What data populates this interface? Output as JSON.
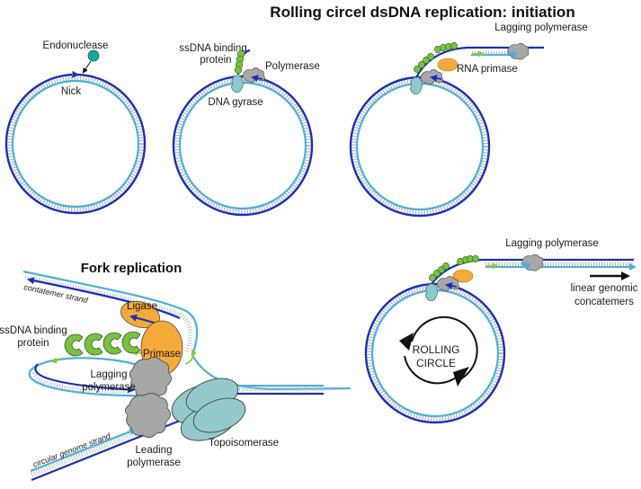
{
  "title": "Rolling circel dsDNA replication: initiation",
  "colors": {
    "outer_strand": "#1a2fb5",
    "inner_strand": "#4ab0dc",
    "rungs": "#b5b5b5",
    "ssb": "#7ac143",
    "polymerase": "#a7a7a7",
    "gyrase": "#8ec9cc",
    "primase": "#f5a93a",
    "endonuclease": "#1aa89a",
    "primer_arrow": "#8dc63f",
    "topoisomerase": "#94c9cc"
  },
  "panel1": {
    "endonuclease_label": "Endonuclease",
    "nick_label": "Nick"
  },
  "panel2": {
    "ssb_label_line1": "ssDNA binding",
    "ssb_label_line2": "protein",
    "polymerase_label": "Polymerase",
    "gyrase_label": "DNA gyrase"
  },
  "panel3": {
    "lagging_label": "Lagging polymerase",
    "primase_label": "RNA primase"
  },
  "fork": {
    "title": "Fork replication",
    "concatemer_strand": "contatemer strand",
    "ligase_label": "Ligase",
    "ssb_label_line1": "ssDNA binding",
    "ssb_label_line2": "protein",
    "primase_label": "Primase",
    "lagging_line1": "Lagging",
    "lagging_line2": "polymerase",
    "leading_line1": "Leading",
    "leading_line2": "polymerase",
    "topo_label": "Topoisomerase",
    "circular_strand": "circular genome strand"
  },
  "panel4": {
    "lagging_label": "Lagging polymerase",
    "linear_line1": "linear genomic",
    "linear_line2": "concatemers",
    "rolling_line1": "ROLLING",
    "rolling_line2": "CIRCLE"
  }
}
